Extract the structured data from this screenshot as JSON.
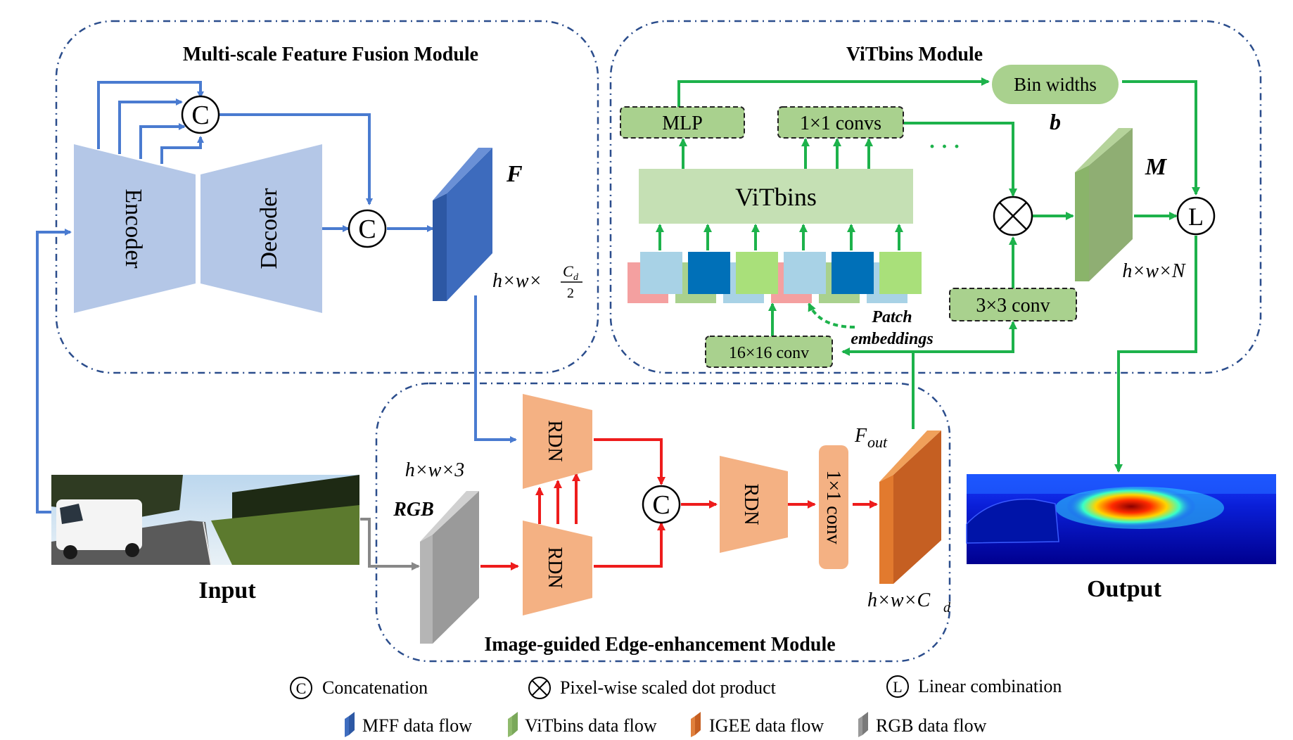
{
  "modules": {
    "mff_title": "Multi-scale Feature Fusion Module",
    "vitbins_title": "ViTbins Module",
    "igee_title": "Image-guided Edge-enhancement Module"
  },
  "mff": {
    "encoder": "Encoder",
    "decoder": "Decoder",
    "concat_symbol": "C",
    "feature_label": "F",
    "feature_dims_prefix": "h×w×",
    "feature_frac_num": "C",
    "feature_frac_num_sub": "d",
    "feature_frac_den": "2"
  },
  "vitbins": {
    "mlp": "MLP",
    "convs_1x1": "1×1 convs",
    "dots": "· · ·",
    "transformer": "ViTbins",
    "bin_widths": "Bin widths",
    "b_label": "b",
    "dot_symbol": "×",
    "m_label": "M",
    "m_dims": "h×w×N",
    "lin_symbol": "L",
    "conv_3x3": "3×3 conv",
    "conv_16x16": "16×16 conv",
    "patch_label_1": "Patch",
    "patch_label_2": "embeddings"
  },
  "igee": {
    "rgb_dims": "h×w×3",
    "rgb_label": "RGB",
    "rdn": "RDN",
    "conv_1x1": "1×1 conv",
    "fout_label": "F",
    "fout_sub": "out",
    "fout_dims_prefix": "h×w×C",
    "fout_dims_sub": "d"
  },
  "io": {
    "input_label": "Input",
    "output_label": "Output"
  },
  "legend": {
    "concat_symbol": "C",
    "concat_text": "Concatenation",
    "dot_text": "Pixel-wise scaled dot product",
    "lin_symbol": "L",
    "lin_text": "Linear combination",
    "flows": [
      {
        "label": "MFF data flow",
        "color": "#3f6dbf"
      },
      {
        "label": "ViTbins data flow",
        "color": "#8fba6c"
      },
      {
        "label": "IGEE data flow",
        "color": "#e0803c"
      },
      {
        "label": "RGB data flow",
        "color": "#999999"
      }
    ]
  },
  "colors": {
    "mff_arrow": "#4a7bd0",
    "vit_arrow": "#1db24b",
    "igee_arrow": "#ee1c1c",
    "rgb_arrow": "#888888",
    "module_border": "#2b4d8c",
    "encoder_fill": "#b4c7e7",
    "rdn_fill": "#f4b183",
    "green_box": "#a9d18e",
    "vitbins_fill": "#c5e0b4"
  }
}
